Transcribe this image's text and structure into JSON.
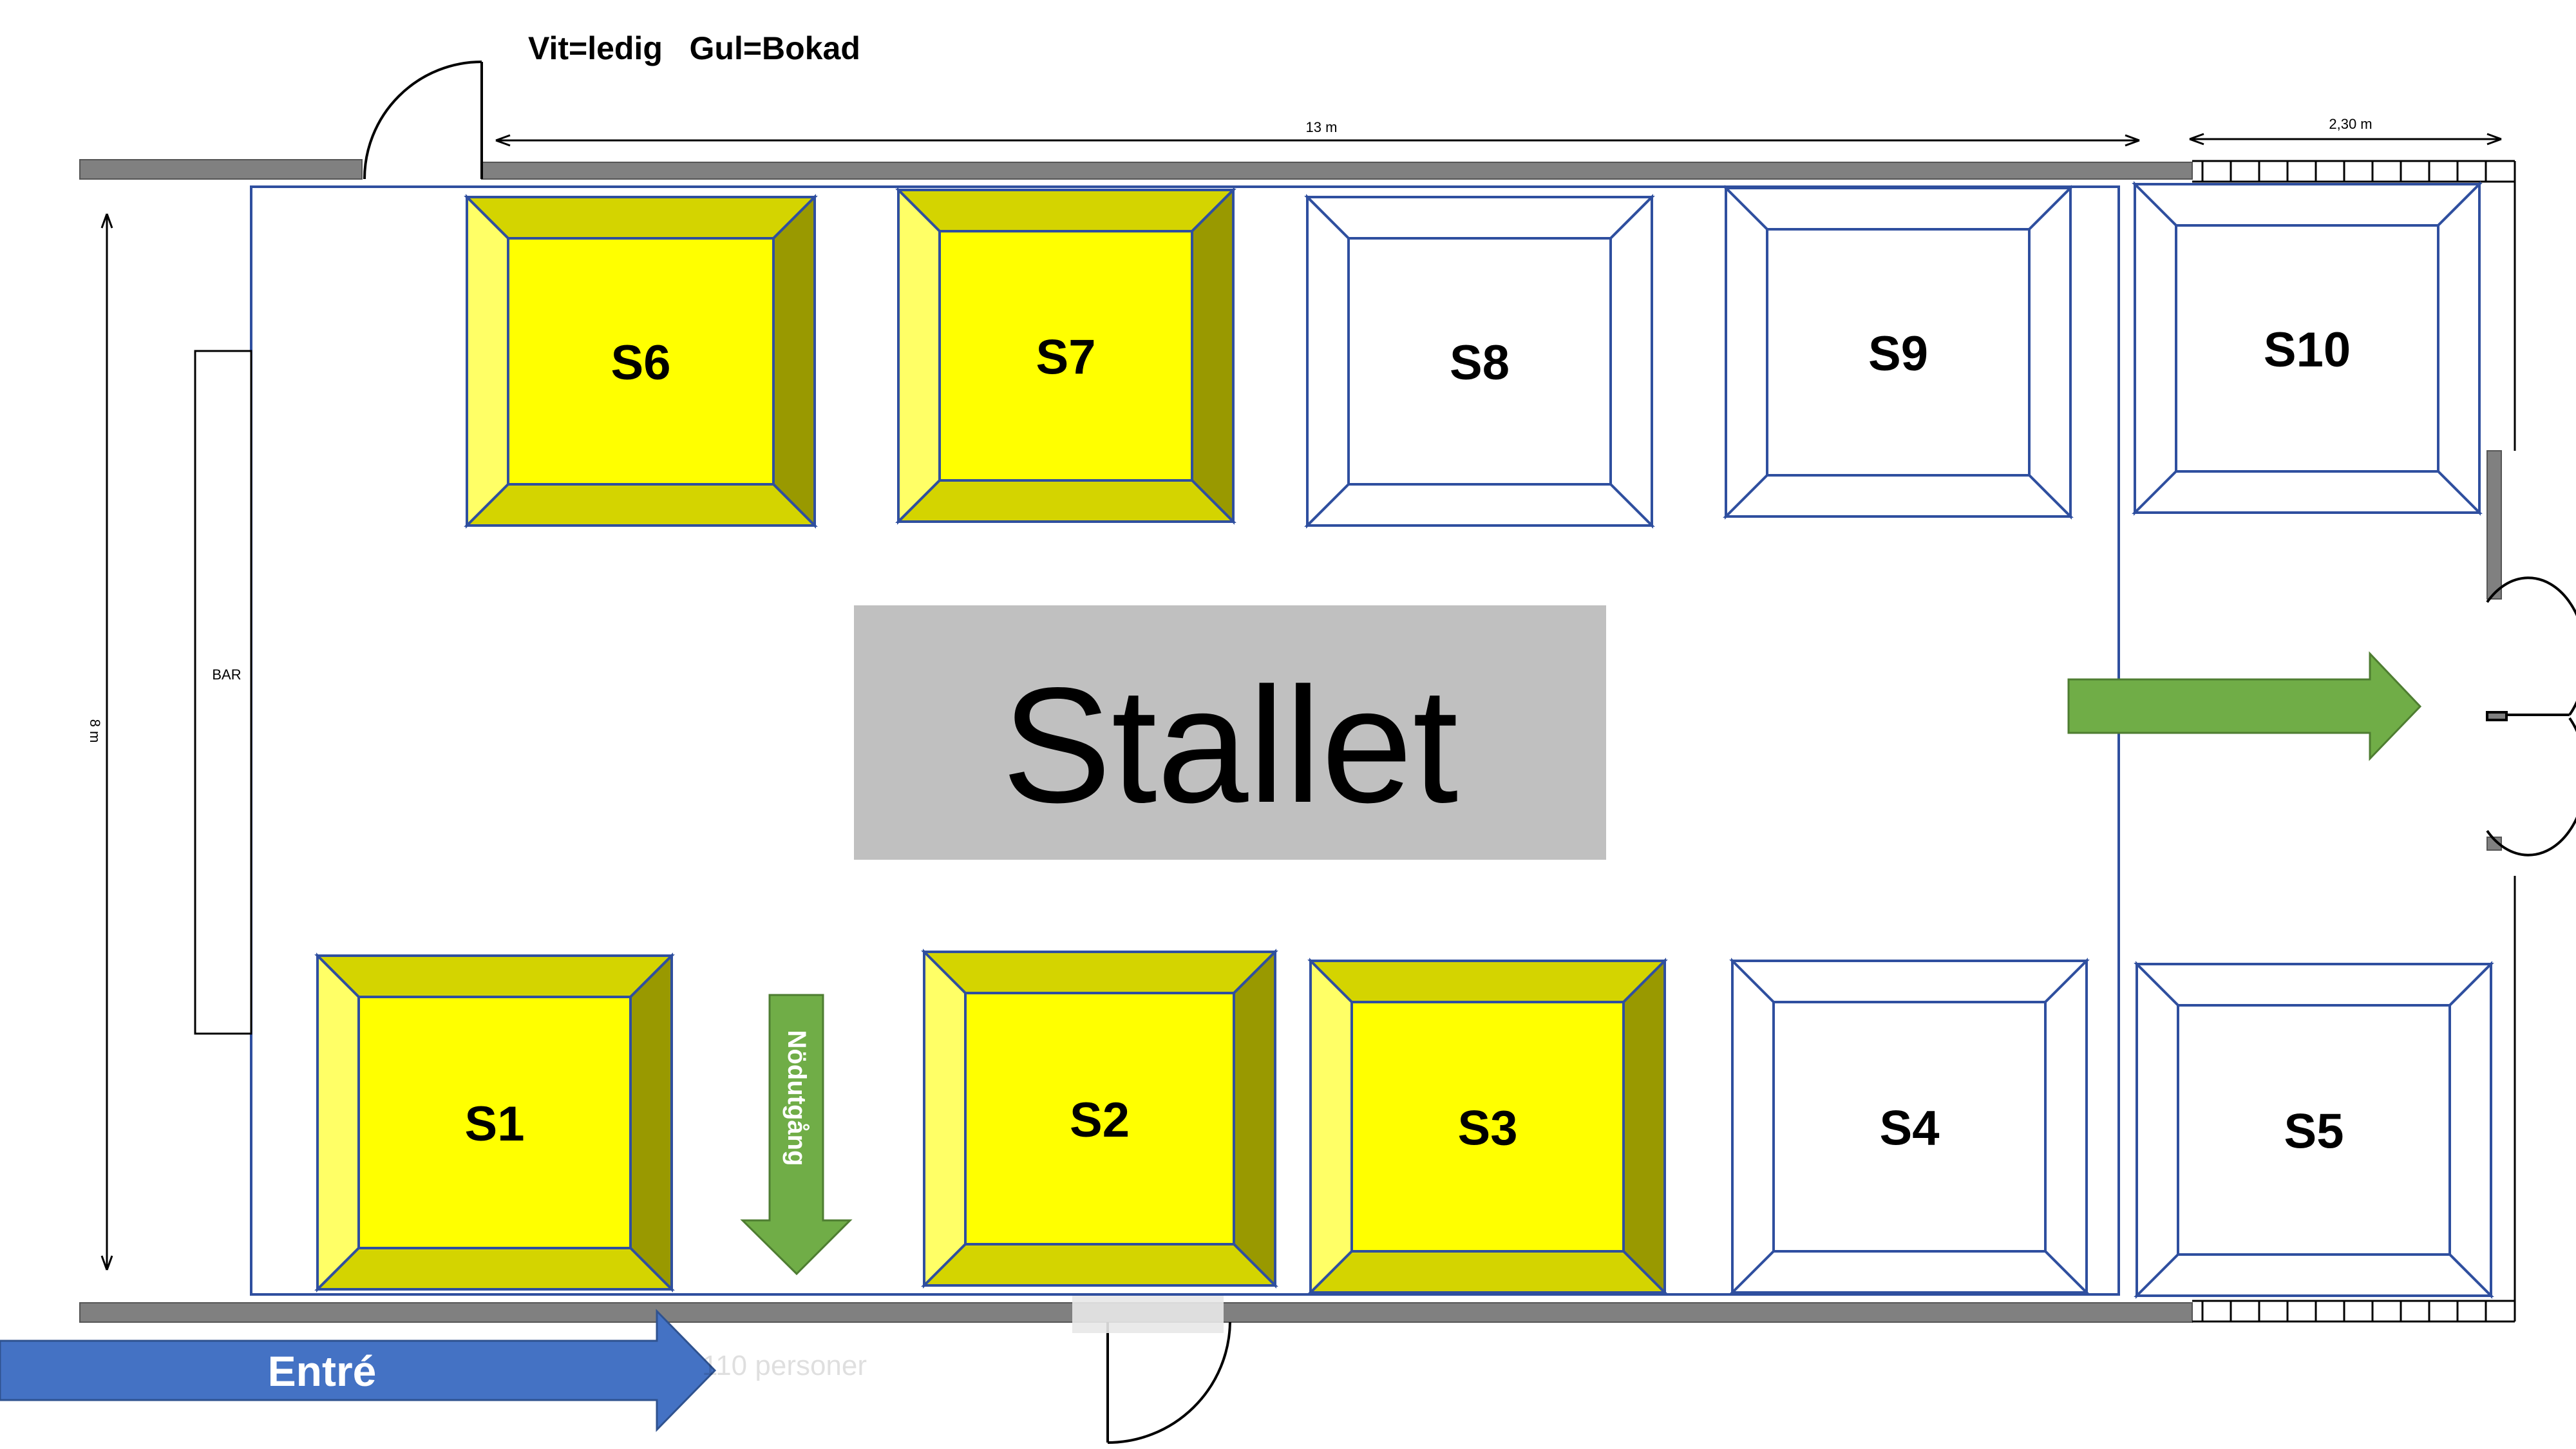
{
  "legend": {
    "text": "Vit=ledig   Gul=Bokad"
  },
  "dimensions": {
    "top_length": "13 m",
    "top_extra": "2,30 m",
    "left_height": "8 m"
  },
  "bar_label": "BAR",
  "center_label": "Stallet",
  "entrance_label": "Entré",
  "emergency_exit_label": "Nödutgång",
  "capacity_note": "110 personer",
  "colors": {
    "booked": "#ffff00",
    "booked_light": "#ffff66",
    "booked_mid": "#d4d400",
    "booked_dark": "#999900",
    "free": "#ffffff",
    "outline": "#2f4f9f",
    "wall": "#808080",
    "center_box": "#c0c0c0",
    "green_arrow": "#70ad47",
    "blue_arrow": "#4472c4"
  },
  "stalls": [
    {
      "id": "S1",
      "label": "S1",
      "status": "booked"
    },
    {
      "id": "S2",
      "label": "S2",
      "status": "booked"
    },
    {
      "id": "S3",
      "label": "S3",
      "status": "booked"
    },
    {
      "id": "S4",
      "label": "S4",
      "status": "free"
    },
    {
      "id": "S5",
      "label": "S5",
      "status": "free"
    },
    {
      "id": "S6",
      "label": "S6",
      "status": "booked"
    },
    {
      "id": "S7",
      "label": "S7",
      "status": "booked"
    },
    {
      "id": "S8",
      "label": "S8",
      "status": "free"
    },
    {
      "id": "S9",
      "label": "S9",
      "status": "free"
    },
    {
      "id": "S10",
      "label": "S10",
      "status": "free"
    }
  ]
}
